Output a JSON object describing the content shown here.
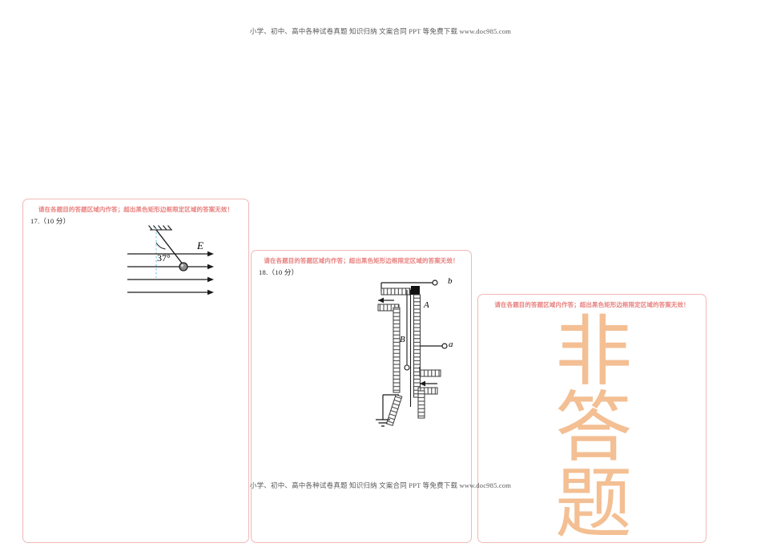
{
  "page": {
    "header_note": "小学、初中、高中各种试卷真题  知识归纳  文案合同  PPT 等免费下载    www.doc985.com",
    "footer_note": "小学、初中、高中各种试卷真题  知识归纳  文案合同  PPT 等免费下载    www.doc985.com",
    "background_color": "#ffffff"
  },
  "panels": [
    {
      "id": "panel-1",
      "warning": "请在各题目的答题区域内作答；超出黑色矩形边框限定区域的答案无效！",
      "question_label": "17.（10 分）",
      "figure": {
        "name": "charged-ball-in-electric-field",
        "angle_label": "37°",
        "field_label": "E",
        "field_line_count": 4,
        "ball_label": "",
        "ceiling_hatched": true,
        "vertical_dashed_guide": true,
        "dashed_guide_color": "#66c8e8"
      }
    },
    {
      "id": "panel-2",
      "warning": "请在各题目的答题区域内作答；超出黑色矩形边框限定区域的答案无效！",
      "question_label": "18.（10 分）",
      "figure": {
        "name": "rheostat-circuit-diagram",
        "terminal_labels": [
          "b",
          "a"
        ],
        "component_labels": [
          "A",
          "B"
        ],
        "arrow_count": 2,
        "ground_symbol": true
      }
    },
    {
      "id": "panel-3",
      "warning": "请在各题目的答题区域内作答；超出黑色矩形边框限定区域的答案无效！",
      "question_label": "",
      "figure": null
    }
  ],
  "watermark": {
    "text_lines": [
      "非",
      "答",
      "题"
    ],
    "color": "#f3bf93"
  },
  "colors": {
    "warning_red": "#e8817f",
    "panel_border": "#f0b8b8",
    "note_gray": "#595959",
    "watermark_orange": "#f3bf93"
  }
}
